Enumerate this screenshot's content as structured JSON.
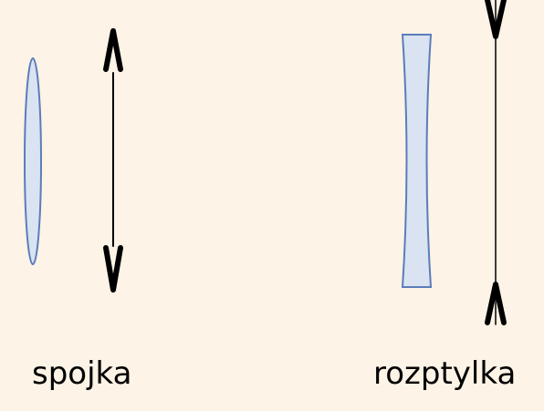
{
  "colors": {
    "background": "#fdf3e6",
    "lens_fill": "#dae3f1",
    "lens_stroke": "#5b7dbb",
    "symbol_stroke": "#000000"
  },
  "lenses": {
    "converging": {
      "label": "spojka",
      "shape": "biconvex",
      "symbol": "line-with-outward-arrowheads"
    },
    "diverging": {
      "label": "rozptylka",
      "shape": "biconcave",
      "symbol": "line-with-inward-arrowheads"
    }
  }
}
